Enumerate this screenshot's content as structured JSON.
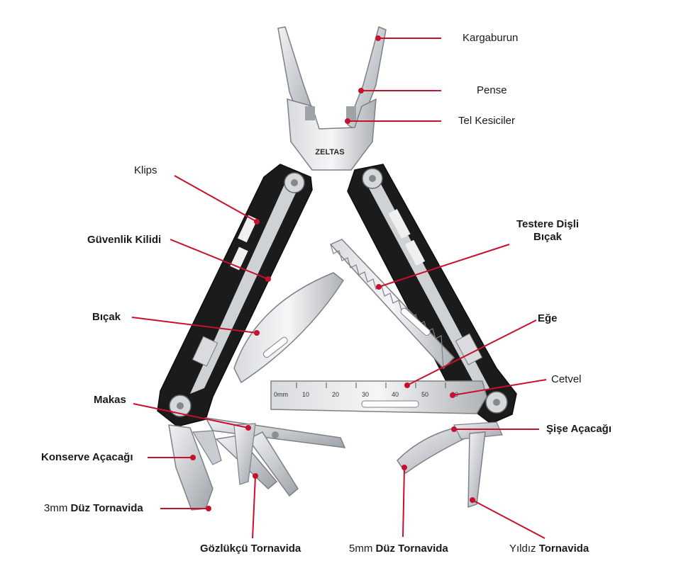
{
  "brand": "ZELTAS",
  "ruler": {
    "unit": "0mm",
    "ticks": [
      "10",
      "20",
      "30",
      "40",
      "50",
      "60"
    ]
  },
  "labels": {
    "kargaburun": "Kargaburun",
    "pense": "Pense",
    "tel_kesiciler": "Tel Kesiciler",
    "klips": "Klips",
    "guvenlik_kilidi": "Güvenlik Kilidi",
    "testere_line1": "Testere Dişli",
    "testere_line2": "Bıçak",
    "bicak": "Bıçak",
    "ege": "Eğe",
    "cetvel": "Cetvel",
    "makas": "Makas",
    "sise_acacagi": "Şişe Açacağı",
    "konserve_acacagi": "Konserve Açacağı",
    "duz3_prefix": "3mm",
    "duz3_main": "Düz Tornavida",
    "gozlukcu": "Gözlükçü Tornavida",
    "duz5_prefix": "5mm",
    "duz5_main": "Düz Tornavida",
    "yildiz_prefix": "Yıldız",
    "yildiz_main": "Tornavida"
  },
  "colors": {
    "leader": "#c8102e",
    "steel_light": "#e4e6e8",
    "steel_mid": "#b9bdc1",
    "steel_dark": "#8a8f94",
    "handle_black": "#1b1b1b"
  }
}
